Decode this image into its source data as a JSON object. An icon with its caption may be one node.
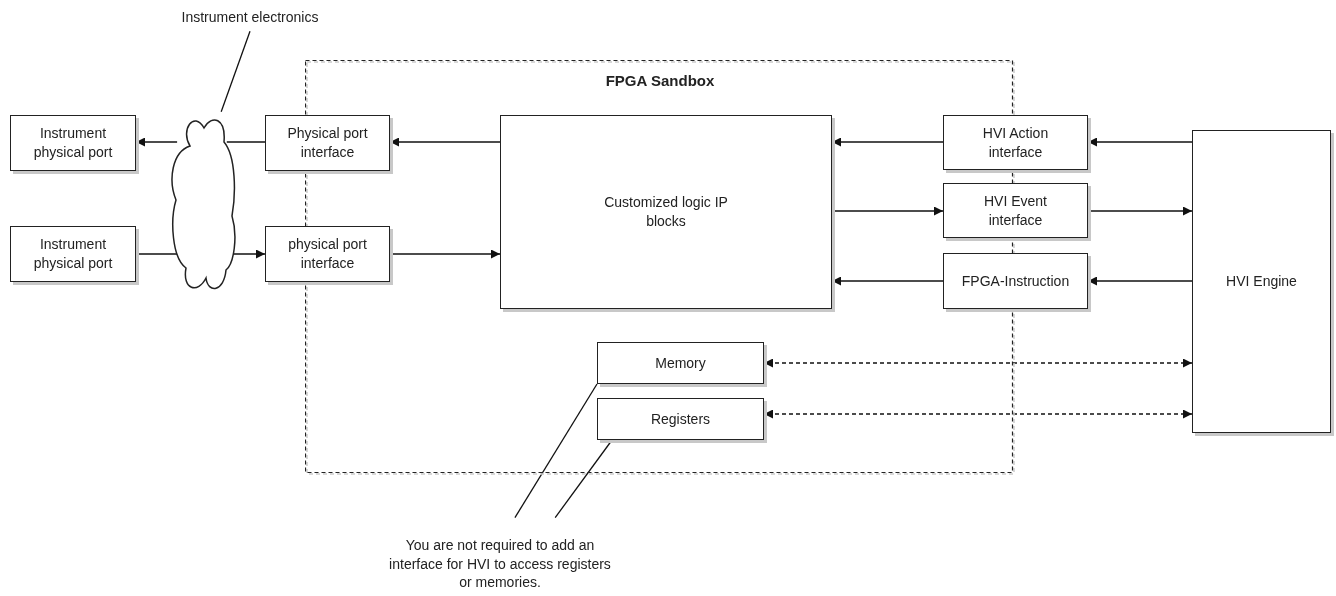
{
  "diagram": {
    "nodes": [
      {
        "text": [
          "FPGA Sandbox"
        ]
      },
      {
        "text": [
          "Instrument physical port"
        ]
      },
      {
        "text": [
          "Instrument physical port"
        ]
      },
      {
        "text": [],
        "shape": "cloud"
      },
      {
        "text": [
          "Instrument electronics"
        ]
      },
      {
        "text": [
          "Physical port interface"
        ]
      },
      {
        "text": [
          "physical port interface"
        ]
      },
      {
        "text": [
          "Customized logic IP blocks"
        ],
        "in": 0
      },
      {
        "text": [
          "HVI Action interface"
        ]
      },
      {
        "text": [
          "HVI Event interface"
        ]
      },
      {
        "text": [
          "FPGA-Instruction"
        ]
      },
      {
        "text": [
          "HVI Engine"
        ]
      },
      {
        "text": [
          "Memory"
        ],
        "in": 0
      },
      {
        "text": [
          "Registers"
        ],
        "in": 0
      },
      {
        "text": [
          "You are not required to add an interface for HVI to access registers or memories."
        ]
      }
    ],
    "edges": [
      {
        "from": 5,
        "to": 3,
        "arrow": "none"
      },
      {
        "from": 3,
        "to": 1,
        "arrow": "to"
      },
      {
        "from": 2,
        "to": 3,
        "arrow": "none"
      },
      {
        "from": 3,
        "to": 6,
        "arrow": "to"
      },
      {
        "from": 7,
        "to": 5,
        "arrow": "to"
      },
      {
        "from": 6,
        "to": 7,
        "arrow": "to"
      },
      {
        "from": 8,
        "to": 7,
        "arrow": "to"
      },
      {
        "from": 11,
        "to": 8,
        "arrow": "to"
      },
      {
        "from": 7,
        "to": 9,
        "arrow": "to"
      },
      {
        "from": 9,
        "to": 11,
        "arrow": "to"
      },
      {
        "from": 10,
        "to": 7,
        "arrow": "to"
      },
      {
        "from": 11,
        "to": 10,
        "arrow": "to"
      },
      {
        "from": 11,
        "to": 12,
        "arrow": "both",
        "style": "dashed"
      },
      {
        "from": 11,
        "to": 13,
        "arrow": "both",
        "style": "dashed"
      },
      {
        "from": 4,
        "to": 3,
        "arrow": "none"
      },
      {
        "from": 14,
        "to": 12,
        "arrow": "none"
      },
      {
        "from": 14,
        "to": 13,
        "arrow": "none"
      }
    ]
  }
}
